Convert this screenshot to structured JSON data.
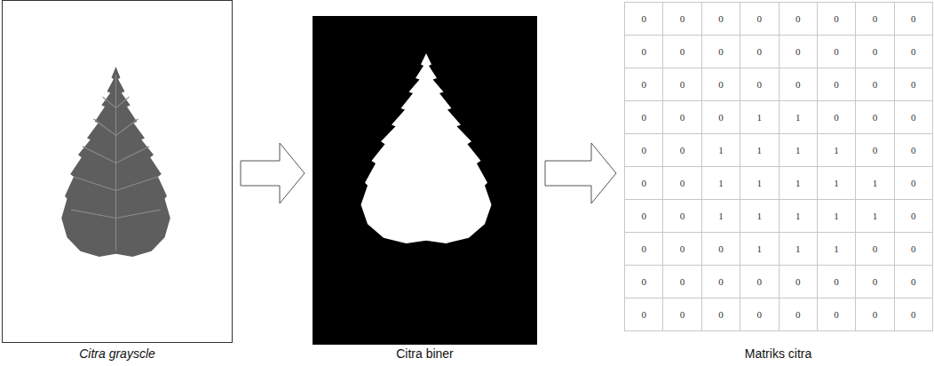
{
  "diagram": {
    "nodes": [
      {
        "text": [
          "Citra grayscle"
        ]
      },
      {
        "text": [
          "Citra biner"
        ]
      },
      {
        "text": [
          "Matriks citra"
        ]
      }
    ],
    "edges": [
      {
        "from": 0,
        "to": 1,
        "arrow": "to"
      },
      {
        "from": 1,
        "to": 2,
        "arrow": "to"
      }
    ],
    "labels": [
      "0",
      "0",
      "0",
      "0",
      "0",
      "0",
      "0",
      "0",
      "0",
      "0",
      "0",
      "0",
      "0",
      "0",
      "0",
      "0",
      "0",
      "0",
      "0",
      "0",
      "0",
      "0",
      "0",
      "0",
      "0",
      "0",
      "0",
      "1",
      "1",
      "0",
      "0",
      "0",
      "0",
      "0",
      "1",
      "1",
      "1",
      "1",
      "0",
      "0",
      "0",
      "0",
      "1",
      "1",
      "1",
      "1",
      "1",
      "0",
      "0",
      "0",
      "1",
      "1",
      "1",
      "1",
      "1",
      "0",
      "0",
      "0",
      "0",
      "1",
      "1",
      "1",
      "0",
      "0",
      "0",
      "0",
      "0",
      "0",
      "0",
      "0",
      "0",
      "0",
      "0",
      "0",
      "0",
      "0",
      "0",
      "0",
      "0",
      "0"
    ]
  }
}
